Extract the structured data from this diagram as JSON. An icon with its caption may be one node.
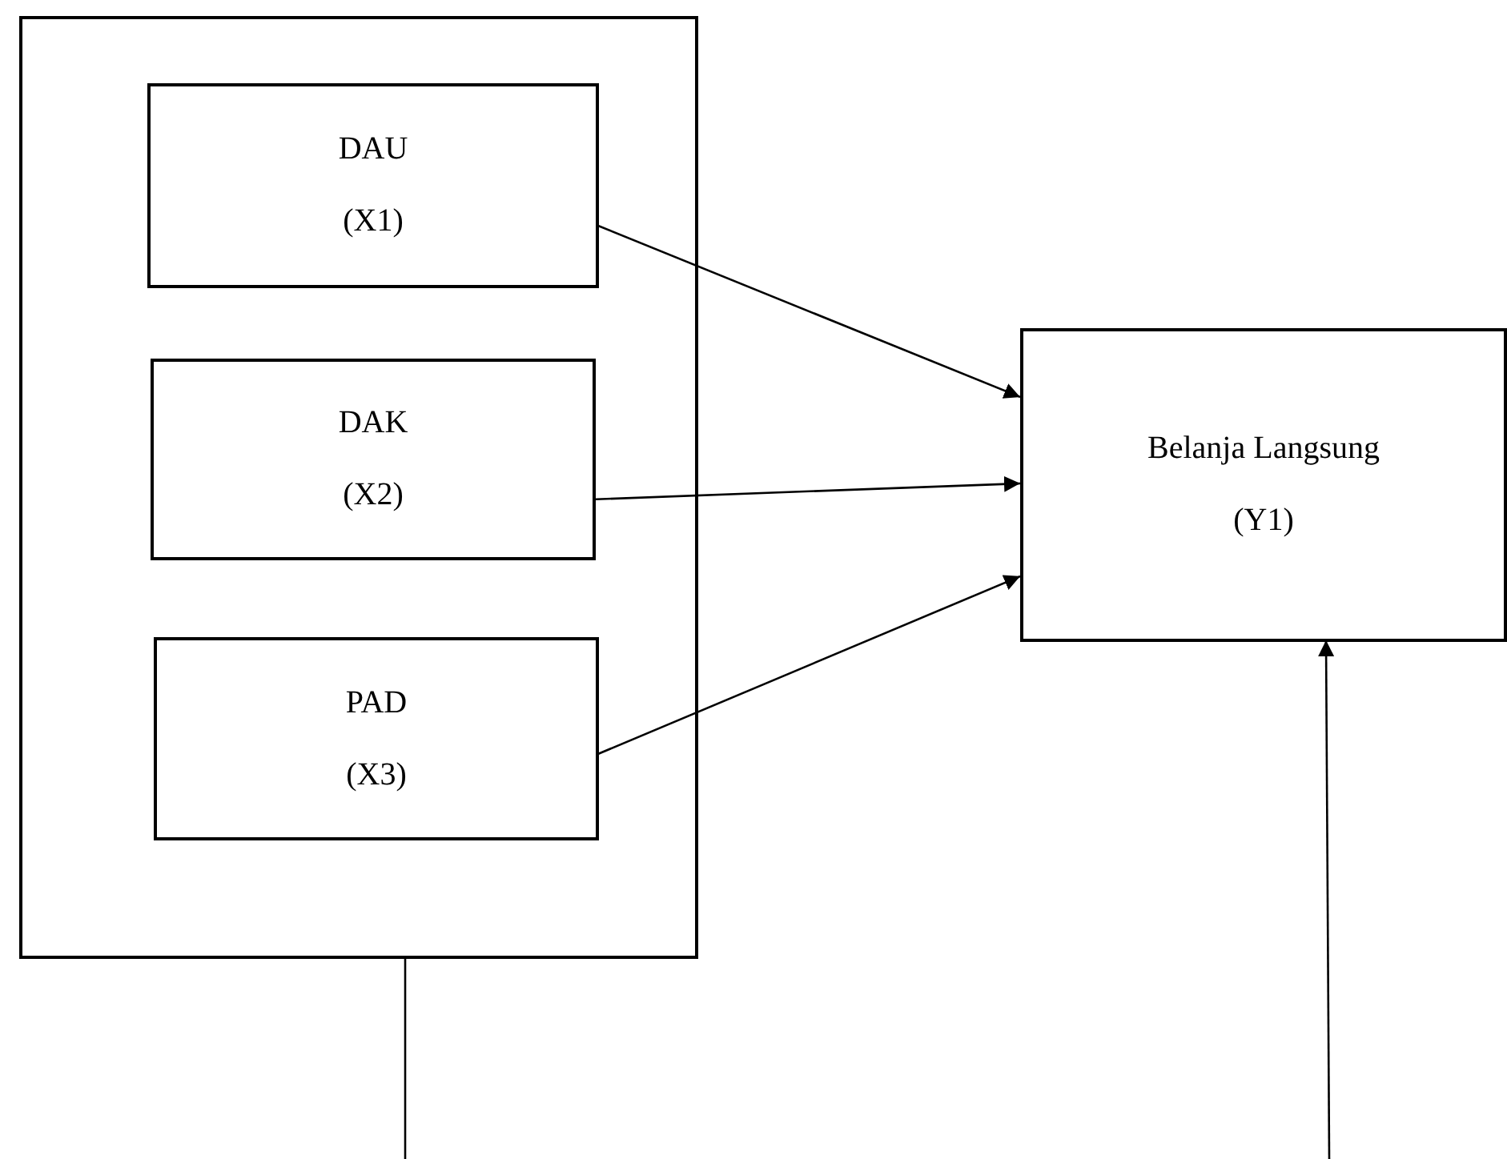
{
  "diagram": {
    "nodes": [
      {
        "text": [],
        "shape": "box"
      },
      {
        "text": [
          "DAU",
          "(X1)"
        ],
        "in": 0
      },
      {
        "text": [
          "DAK",
          "(X2)"
        ],
        "in": 0
      },
      {
        "text": [
          "PAD",
          "(X3)"
        ],
        "in": 0
      },
      {
        "text": [
          "Belanja Langsung",
          "(Y1)"
        ]
      }
    ],
    "edges": [
      {
        "from": 1,
        "to": 4,
        "arrow": "to"
      },
      {
        "from": 2,
        "to": 4,
        "arrow": "to"
      },
      {
        "from": 3,
        "to": 4,
        "arrow": "to"
      },
      {
        "from": 0,
        "to": null,
        "arrow": "none"
      },
      {
        "from": null,
        "to": 4,
        "arrow": "to"
      }
    ]
  }
}
